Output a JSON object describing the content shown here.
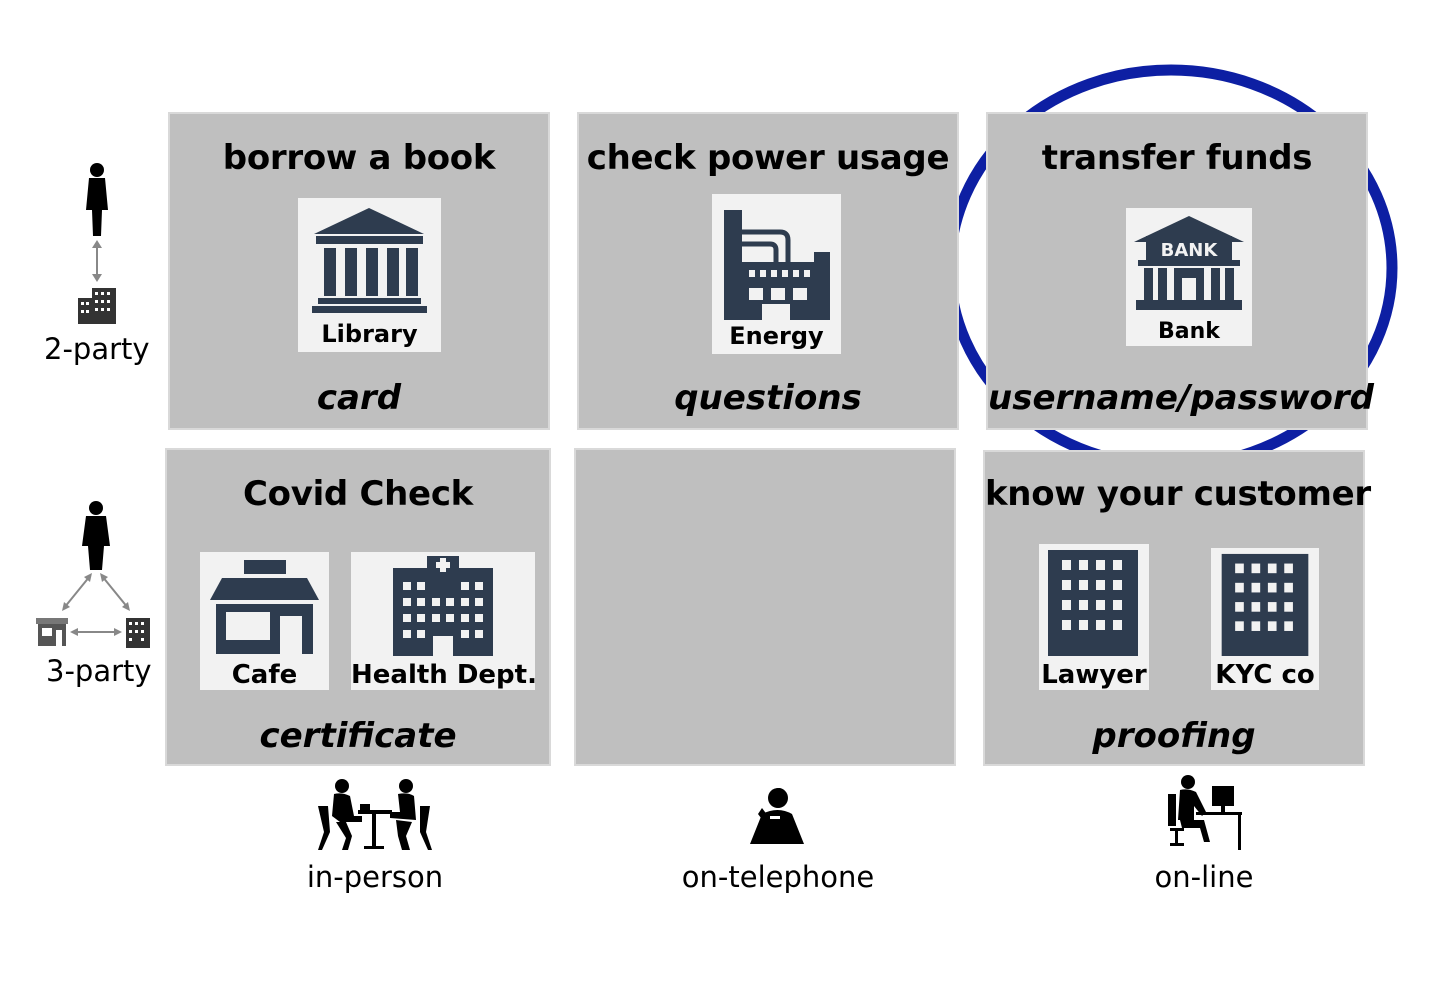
{
  "rows": [
    {
      "label": "2-party"
    },
    {
      "label": "3-party"
    }
  ],
  "columns": [
    {
      "label": "in-person"
    },
    {
      "label": "on-telephone"
    },
    {
      "label": "on-line"
    }
  ],
  "cells": {
    "r1c1": {
      "title": "borrow a book",
      "icons": [
        "Library"
      ],
      "method": "card"
    },
    "r1c2": {
      "title": "check power usage",
      "icons": [
        "Energy"
      ],
      "method": "questions"
    },
    "r1c3": {
      "title": "transfer funds",
      "icons": [
        "Bank"
      ],
      "method": "username/password",
      "bank_sign": "BANK"
    },
    "r2c1": {
      "title": "Covid Check",
      "icons": [
        "Cafe",
        "Health Dept."
      ],
      "method": "certificate"
    },
    "r2c2": {
      "title": "",
      "icons": [],
      "method": ""
    },
    "r2c3": {
      "title": "know your customer",
      "icons": [
        "Lawyer",
        "KYC co"
      ],
      "method": "proofing"
    }
  },
  "colors": {
    "cell_fill": "#bfbfbf",
    "icon_fill": "#2e3c4f",
    "highlight_ring": "#0d1fa3"
  },
  "icon_names": [
    "library-icon",
    "factory-icon",
    "bank-icon",
    "cafe-icon",
    "hospital-icon",
    "office-building-icon"
  ]
}
